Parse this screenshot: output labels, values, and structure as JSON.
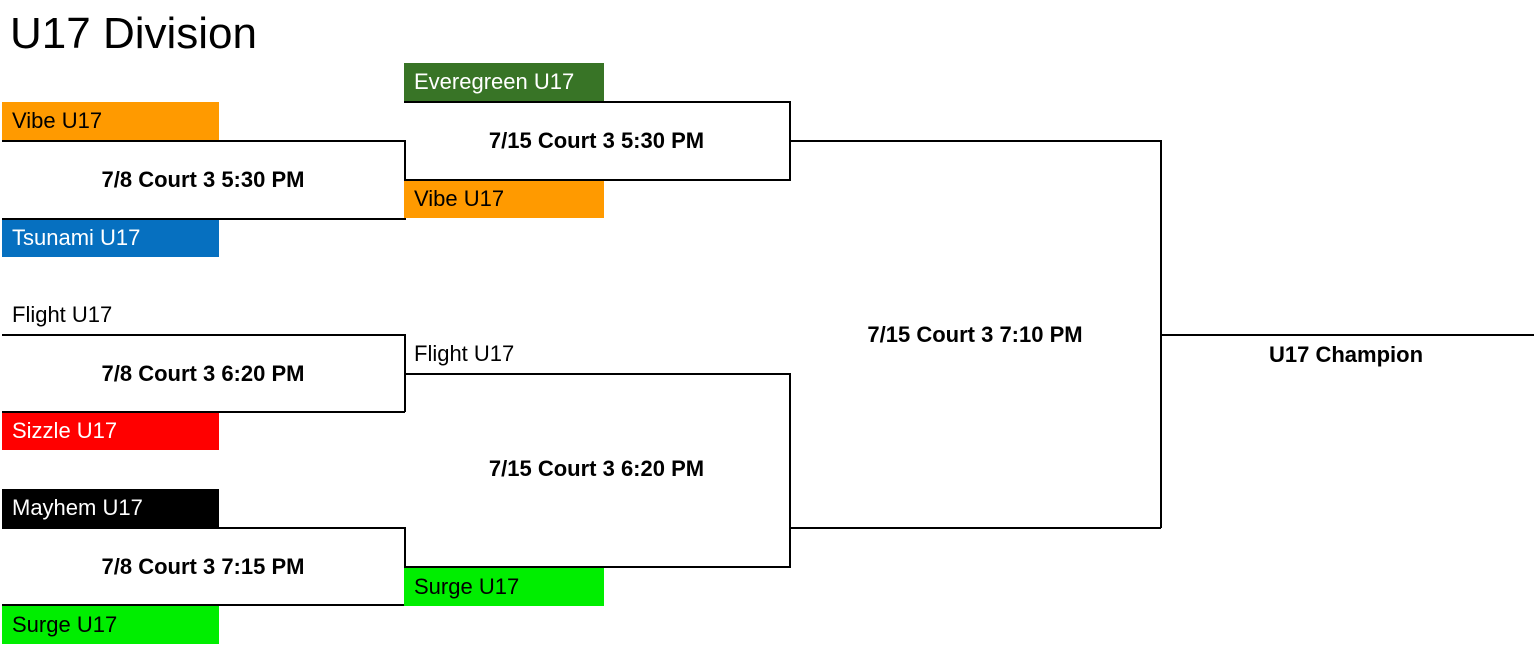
{
  "title": "U17 Division",
  "colors": {
    "evergreen": "#387426",
    "vibe": "#ff9a00",
    "tsunami": "#0670c0",
    "sizzle": "#ff0000",
    "mayhem": "#000000",
    "surge": "#00ee00"
  },
  "round1": [
    {
      "top_team": "Vibe U17",
      "bottom_team": "Tsunami U17",
      "game": "7/8 Court 3 5:30 PM"
    },
    {
      "top_team": "Flight U17",
      "bottom_team": "Sizzle U17",
      "game": "7/8 Court 3 6:20 PM"
    },
    {
      "top_team": "Mayhem U17",
      "bottom_team": "Surge U17",
      "game": "7/8 Court 3 7:15 PM"
    }
  ],
  "round2": [
    {
      "top_team": "Everegreen U17",
      "bottom_team": "Vibe U17",
      "game": "7/15 Court 3 5:30 PM"
    },
    {
      "top_team": "Flight U17",
      "bottom_team": "Surge U17",
      "game": "7/15 Court 3 6:20 PM"
    }
  ],
  "final": {
    "game": "7/15 Court 3 7:10 PM"
  },
  "champion": {
    "label": "U17 Champion"
  }
}
